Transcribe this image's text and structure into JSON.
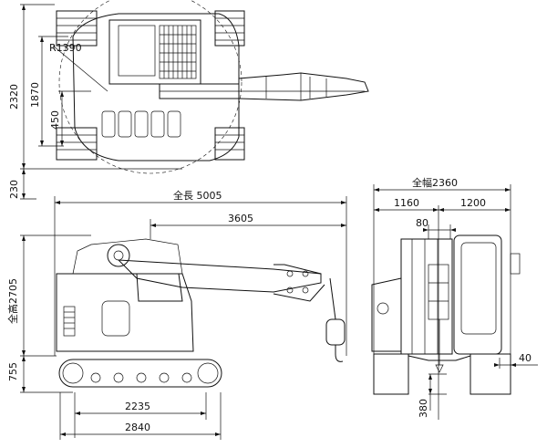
{
  "plan_view": {
    "dim_total_width": "2320",
    "dim_front_width": "1870",
    "dim_offset": "450",
    "dim_bottom": "230",
    "radius_label": "R1390"
  },
  "side_view": {
    "total_length": "全長 5005",
    "boom_length": "3605",
    "total_height": "全高2705",
    "crawler_height": "755",
    "tumbler_distance": "2235",
    "crawler_length": "2840"
  },
  "front_view": {
    "total_width": "全幅2360",
    "left_width": "1160",
    "right_width": "1200",
    "center_offset": "80",
    "side_offset": "40",
    "ground_clearance": "380"
  }
}
